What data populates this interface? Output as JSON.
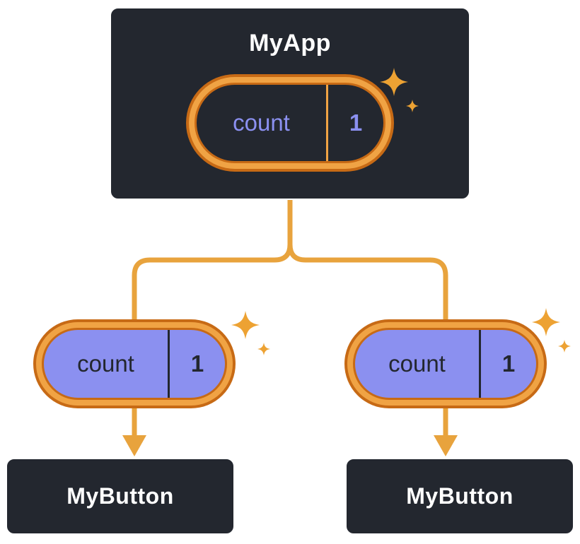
{
  "root": {
    "label": "MyApp",
    "state": {
      "key": "count",
      "value": "1"
    }
  },
  "children": {
    "left": {
      "label": "MyButton",
      "prop": {
        "key": "count",
        "value": "1"
      }
    },
    "right": {
      "label": "MyButton",
      "prop": {
        "key": "count",
        "value": "1"
      }
    }
  },
  "icons": {
    "sparkle": "four-point-sparkle"
  },
  "colors": {
    "node_bg": "#23272F",
    "node_border": "#FFFFFF",
    "node_text": "#FFFFFF",
    "connector": "#E8A33D",
    "ring_light": "#F0A344",
    "ring_dark": "#C76A15",
    "pill_dark_fill": "#23272F",
    "pill_dark_text": "#8B90F0",
    "pill_light_fill": "#8B90F0",
    "pill_light_text": "#23272F",
    "sparkle": "#EDA233"
  }
}
